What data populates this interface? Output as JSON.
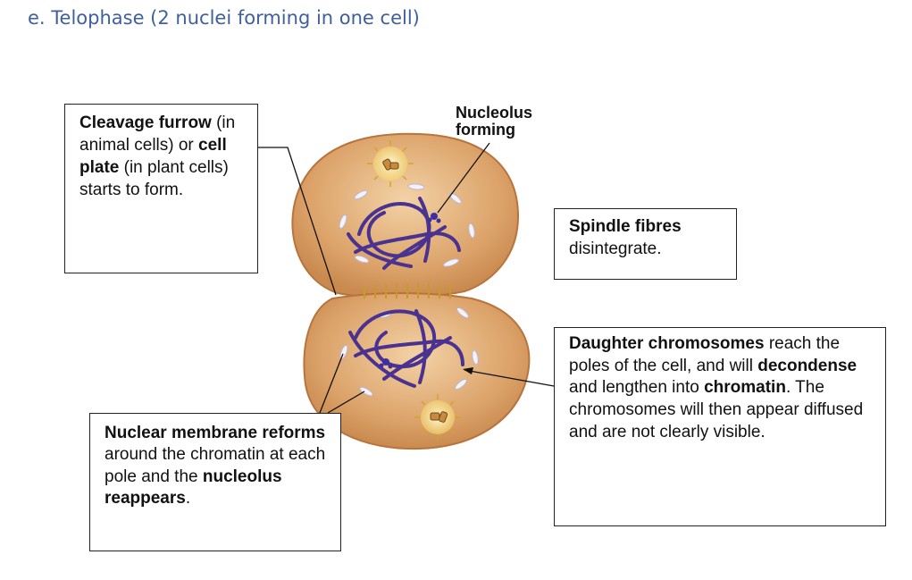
{
  "title": "e. Telophase (2 nuclei forming in one cell)",
  "labels": {
    "nucleolus_line1": "Nucleolus",
    "nucleolus_line2": "forming"
  },
  "cleavage": {
    "t1": "Cleavage furrow",
    "t2": " (in animal cells) or ",
    "t3": "cell plate",
    "t4": " (in plant cells) starts to form."
  },
  "spindle": {
    "t1": "Spindle fibres",
    "t2": " disintegrate."
  },
  "daughter": {
    "t1": "Daughter chromosomes",
    "t2": " reach the poles of the cell, and will ",
    "t3": "decondense",
    "t4": " and lengthen into ",
    "t5": "chromatin",
    "t6": ". The chromosomes will then appear diffused and are not clearly visible."
  },
  "nuclear": {
    "t1": "Nuclear membrane reforms",
    "t2": " around the chromatin at each pole and the ",
    "t3": "nucleolus reappears",
    "t4": "."
  },
  "colors": {
    "title": "#3f5f9e",
    "cell_fill": "#d9a066",
    "cell_edge": "#b8743c",
    "chromatin": "#4a3290",
    "centrosome": "#e8c64a"
  }
}
